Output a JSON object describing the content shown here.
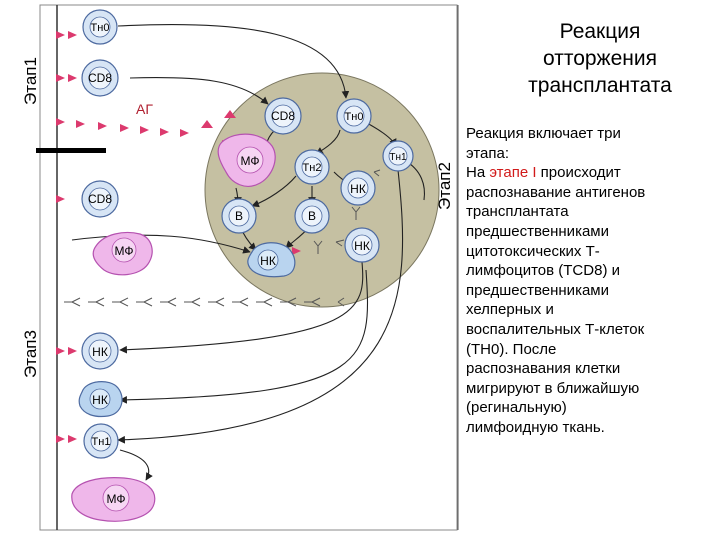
{
  "title_lines": [
    "Реакция",
    "отторжения",
    "трансплантата"
  ],
  "description": {
    "line1": "Реакция включает три",
    "line2": "этапа:",
    "line3_pre": "На ",
    "line3_accent": "этапе I",
    "line3_post": " происходит",
    "rest": [
      "распознавание антигенов",
      "трансплантата",
      "предшественниками",
      "цитотоксических Т-",
      "лимфоцитов (ТCD8) и",
      "предшественниками",
      "хелперных и",
      "воспалительных Т-клеток",
      "(ТН0). После",
      "распознавания клетки",
      "мигрируют в ближайшую",
      "(регинальную)",
      "лимфоидную ткань."
    ]
  },
  "stages": {
    "stage1": "Этап1",
    "stage2": "Этап2",
    "stage3": "Этап3"
  },
  "antigen_label": "АГ",
  "cells": {
    "th0_top": "Тн0",
    "cd8_top": "CD8",
    "cd8_center": "CD8",
    "th0_center": "Тн0",
    "mf_center": "МФ",
    "th2": "Тн2",
    "th1_center": "Тн1",
    "nk_center1": "НК",
    "b_left": "В",
    "b_right": "В",
    "nk_center2": "НК",
    "nk_center3": "НК",
    "cd8_left": "CD8",
    "mf_left": "МФ",
    "nk_bottom1": "НК",
    "nk_bottom2": "НК",
    "th1_bottom": "Тн1",
    "mf_bottom": "МФ"
  },
  "colors": {
    "graft": "#c5c0a2",
    "cell_fill": "#d7e5f5",
    "cell_stroke": "#4d6aa0",
    "nk_fill": "#b9d4ef",
    "mf_fill": "#efb7ea",
    "mf_stroke": "#b552b0",
    "triangle": "#dc3a6e",
    "red_antigen": "#e0363d",
    "accent": "#d11a1a"
  }
}
